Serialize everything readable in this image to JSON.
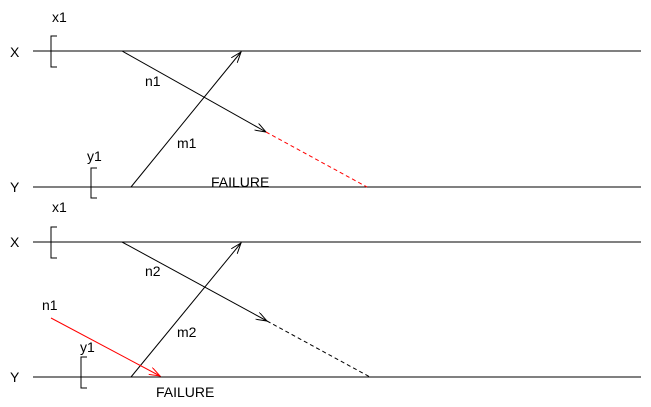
{
  "colors": {
    "line": "#000000",
    "failure": "#ff0000",
    "background": "#ffffff"
  },
  "top": {
    "timeline_x": "X",
    "timeline_y": "Y",
    "interval_x": "x1",
    "interval_y": "y1",
    "message_n": "n1",
    "message_m": "m1",
    "failure": "FAILURE"
  },
  "bottom": {
    "timeline_x": "X",
    "timeline_y": "Y",
    "interval_x": "x1",
    "interval_y": "y1",
    "message_n": "n2",
    "message_m": "m2",
    "message_lost": "n1",
    "failure": "FAILURE"
  }
}
